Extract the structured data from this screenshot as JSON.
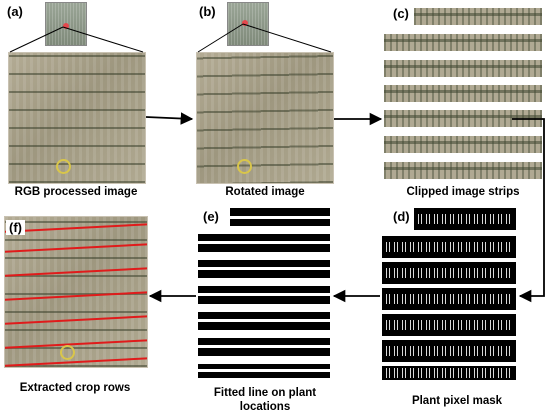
{
  "panels": {
    "a": {
      "letter": "(a)",
      "caption": "RGB processed image"
    },
    "b": {
      "letter": "(b)",
      "caption": "Rotated image"
    },
    "c": {
      "letter": "(c)",
      "caption": "Clipped image strips"
    },
    "d": {
      "letter": "(d)",
      "caption": "Plant pixel mask"
    },
    "e": {
      "letter": "(e)",
      "caption_line1": "Fitted line on plant",
      "caption_line2": "locations"
    },
    "f": {
      "letter": "(f)",
      "caption": "Extracted crop rows"
    }
  },
  "colors": {
    "crop_row_line": "#e01b1b",
    "marker_circle": "#d9c64a",
    "thumbnail_marker": "#e5484d",
    "arrow": "#000000"
  }
}
